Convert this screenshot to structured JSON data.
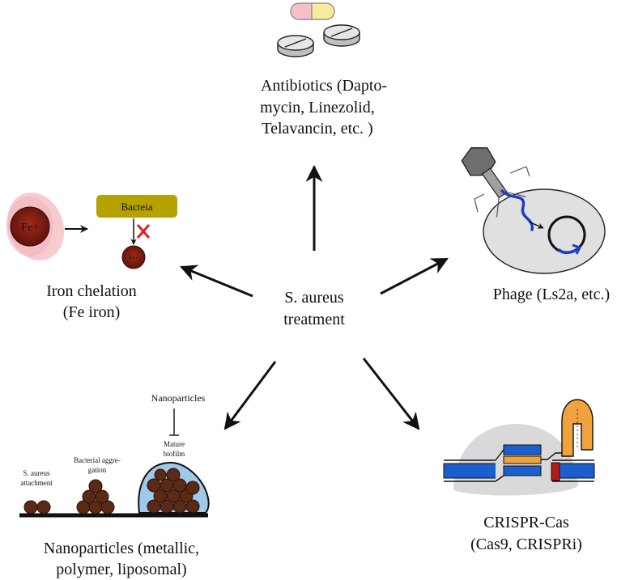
{
  "center": {
    "line1": "S. aureus",
    "line2": "treatment"
  },
  "antibiotics": {
    "line1": "Antibiotics (Dapto-",
    "line2": "mycin, Linezolid,",
    "line3": "Telavancin, etc. )"
  },
  "phage": {
    "label": "Phage (Ls2a, etc.)"
  },
  "iron": {
    "line1": "Iron chelation",
    "line2": "(Fe iron)",
    "fe_label": "Fe+",
    "fe_small": "Fe+",
    "bacteria_box": "Bacteia"
  },
  "nano": {
    "line1": "Nanoparticles (metallic,",
    "line2": "polymer, liposomal)",
    "np_label": "Nanoparticles",
    "stage1_l1": "S. aureus",
    "stage1_l2": "attachment",
    "stage2_l1": "Bacterial aggre-",
    "stage2_l2": "gation",
    "stage3_l1": "Mature",
    "stage3_l2": "biofilm"
  },
  "crispr": {
    "line1": "CRISPR-Cas",
    "line2": "(Cas9, CRISPRi)"
  },
  "colors": {
    "fe_dark": "#7a1a10",
    "fe_glow": "#f5c6cc",
    "bacteria_box": "#b5a100",
    "inhibit_x": "#e0202a",
    "cell": "#e0e0e0",
    "phage_dna": "#1f3fbf",
    "bacterium": "#5b2a16",
    "biofilm": "#9fc9ea",
    "dna_blue": "#1b5fcf",
    "rna_orange": "#f0a23c",
    "pam_red": "#b31a1a",
    "cas_gray": "#d9d9d9"
  }
}
